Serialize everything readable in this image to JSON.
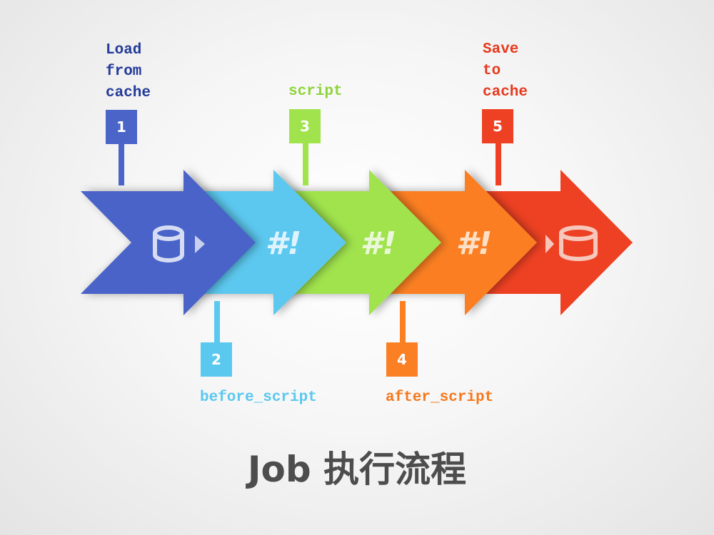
{
  "title": "Job 执行流程",
  "steps": [
    {
      "number": "1",
      "label": "Load\nfrom\ncache",
      "stage": "load-cache",
      "color": "#4a64c8"
    },
    {
      "number": "2",
      "label": "before_script",
      "stage": "before-script",
      "color": "#5bc8ef"
    },
    {
      "number": "3",
      "label": "script",
      "stage": "script",
      "color": "#a0e34d"
    },
    {
      "number": "4",
      "label": "after_script",
      "stage": "after-script",
      "color": "#fb7f23"
    },
    {
      "number": "5",
      "label": "Save\nto\ncache",
      "stage": "save-cache",
      "color": "#ee4123"
    }
  ],
  "arrow_glyphs": {
    "shebang": "#!"
  },
  "text_colors": {
    "step1": "#233a9a",
    "step2": "#5bc8ef",
    "step3": "#8fd43a",
    "step4": "#f5781d",
    "step5": "#e63a1e",
    "title": "#4d4d4d"
  }
}
